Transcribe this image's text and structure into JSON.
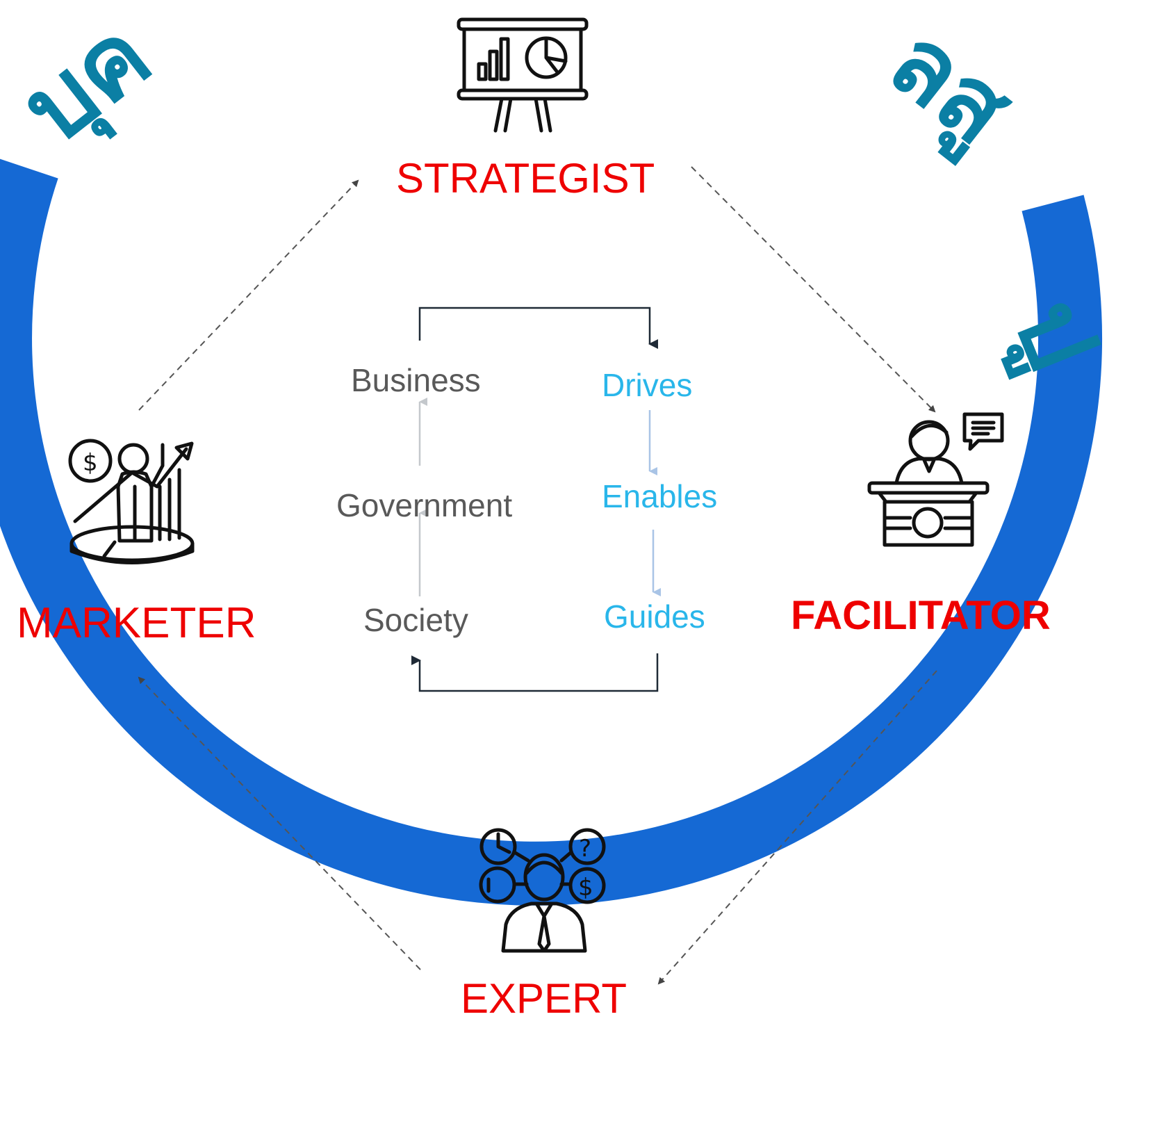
{
  "roles": {
    "strategist": "STRATEGIST",
    "facilitator": "FACILITATOR",
    "expert": "EXPERT",
    "marketer": "MARKETER"
  },
  "cycle": {
    "left": [
      "Business",
      "Government",
      "Society"
    ],
    "right": [
      "Drives",
      "Enables",
      "Guides"
    ]
  },
  "arc_text": {
    "top_left": "บุค",
    "top_right": "ลสู",
    "right_lower": "ปู"
  },
  "colors": {
    "ring": "#1569d4",
    "role_label": "#ee0000",
    "left_words": "#595959",
    "right_words": "#29b6ea",
    "arc_text": "#0b7fa4"
  },
  "icons": {
    "strategist": "presentation-board-icon",
    "facilitator": "speaker-podium-icon",
    "expert": "consultant-network-icon",
    "marketer": "growth-marketer-icon"
  }
}
